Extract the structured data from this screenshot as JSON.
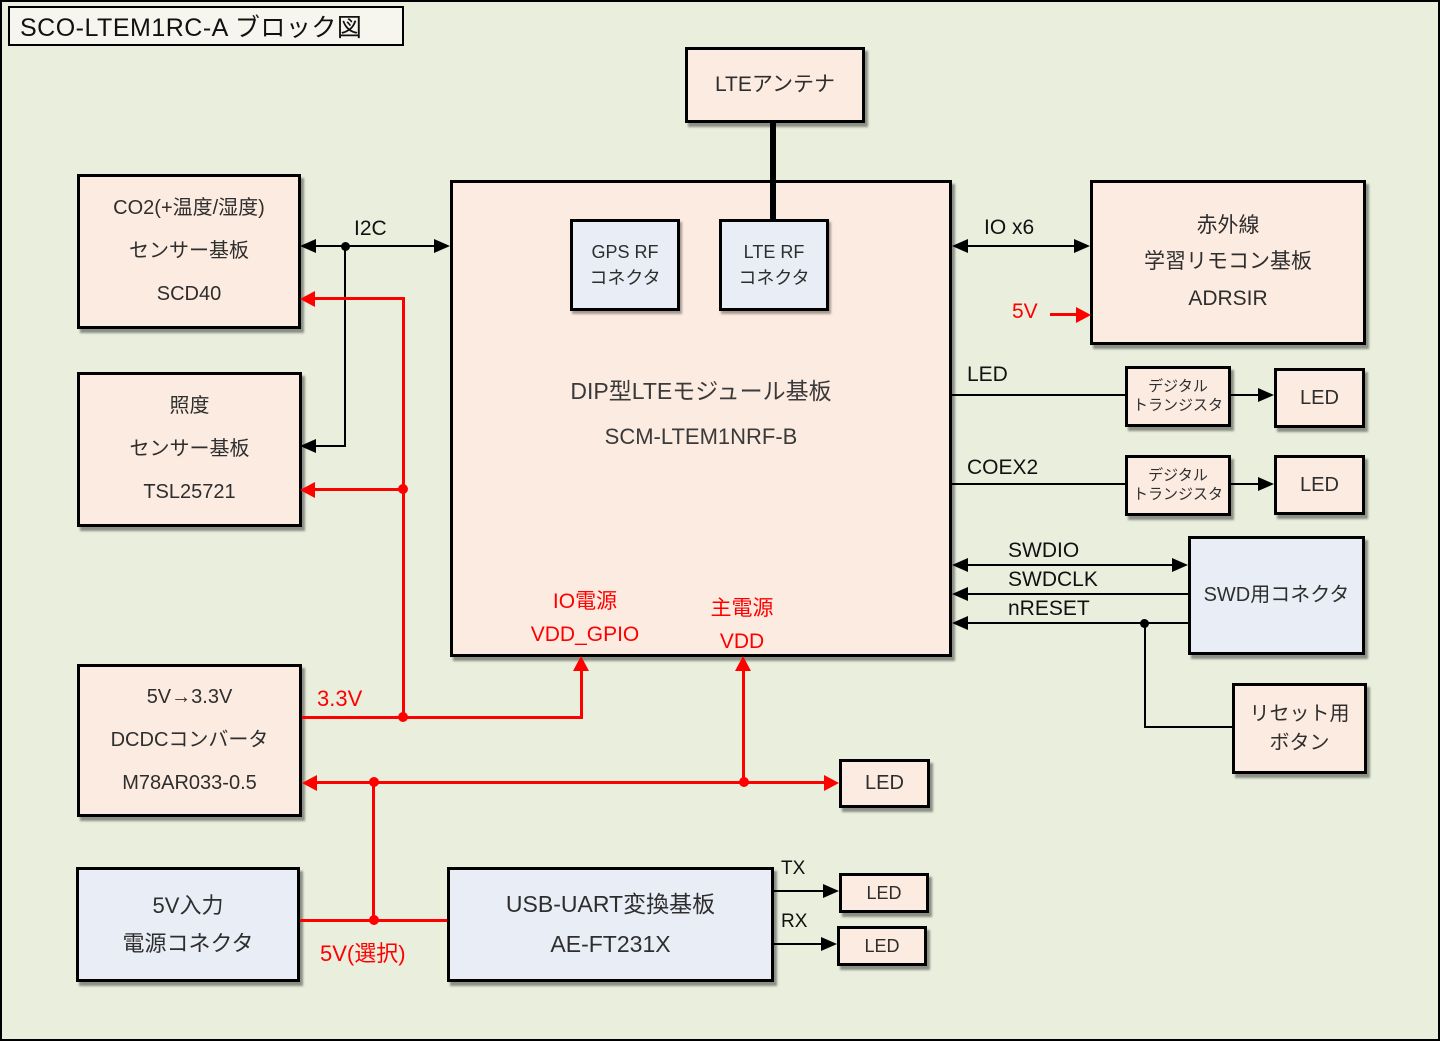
{
  "title": "SCO-LTEM1RC-A ブロック図",
  "colors": {
    "background": "#e9eedd",
    "box_peach": "#fcebe0",
    "box_blue": "#e9eef6",
    "accent_red": "#ff0000",
    "line_black": "#000000"
  },
  "blocks": {
    "lte_antenna": {
      "label": "LTEアンテナ"
    },
    "main_module": {
      "title": "DIP型LTEモジュール基板",
      "subtitle": "SCM-LTEM1NRF-B",
      "gps_rf": {
        "line1": "GPS RF",
        "line2": "コネクタ"
      },
      "lte_rf": {
        "line1": "LTE RF",
        "line2": "コネクタ"
      },
      "io_power": {
        "line1": "IO電源",
        "line2": "VDD_GPIO"
      },
      "main_power": {
        "line1": "主電源",
        "line2": "VDD"
      }
    },
    "co2_sensor": {
      "line1": "CO2(+温度/湿度)",
      "line2": "センサー基板",
      "line3": "SCD40"
    },
    "lux_sensor": {
      "line1": "照度",
      "line2": "センサー基板",
      "line3": "TSL25721"
    },
    "dcdc": {
      "line1": "5V→3.3V",
      "line2": "DCDCコンバータ",
      "line3": "M78AR033-0.5"
    },
    "power_input": {
      "line1": "5V入力",
      "line2": "電源コネクタ"
    },
    "usb_uart": {
      "line1": "USB-UART変換基板",
      "line2": "AE-FT231X"
    },
    "ir_remote": {
      "line1": "赤外線",
      "line2": "学習リモコン基板",
      "line3": "ADRSIR"
    },
    "digital_tr1": {
      "line1": "デジタル",
      "line2": "トランジスタ"
    },
    "digital_tr2": {
      "line1": "デジタル",
      "line2": "トランジスタ"
    },
    "led1": {
      "label": "LED"
    },
    "led2": {
      "label": "LED"
    },
    "led_power": {
      "label": "LED"
    },
    "led_tx": {
      "label": "LED"
    },
    "led_rx": {
      "label": "LED"
    },
    "swd_connector": {
      "label": "SWD用コネクタ"
    },
    "reset_button": {
      "line1": "リセット用",
      "line2": "ボタン"
    }
  },
  "signals": {
    "i2c": "I2C",
    "io_x6": "IO x6",
    "led": "LED",
    "coex2": "COEX2",
    "swdio": "SWDIO",
    "swdclk": "SWDCLK",
    "nreset": "nRESET",
    "tx": "TX",
    "rx": "RX",
    "v33": "3.3V",
    "v5": "5V",
    "v5_selected": "5V(選択)"
  }
}
